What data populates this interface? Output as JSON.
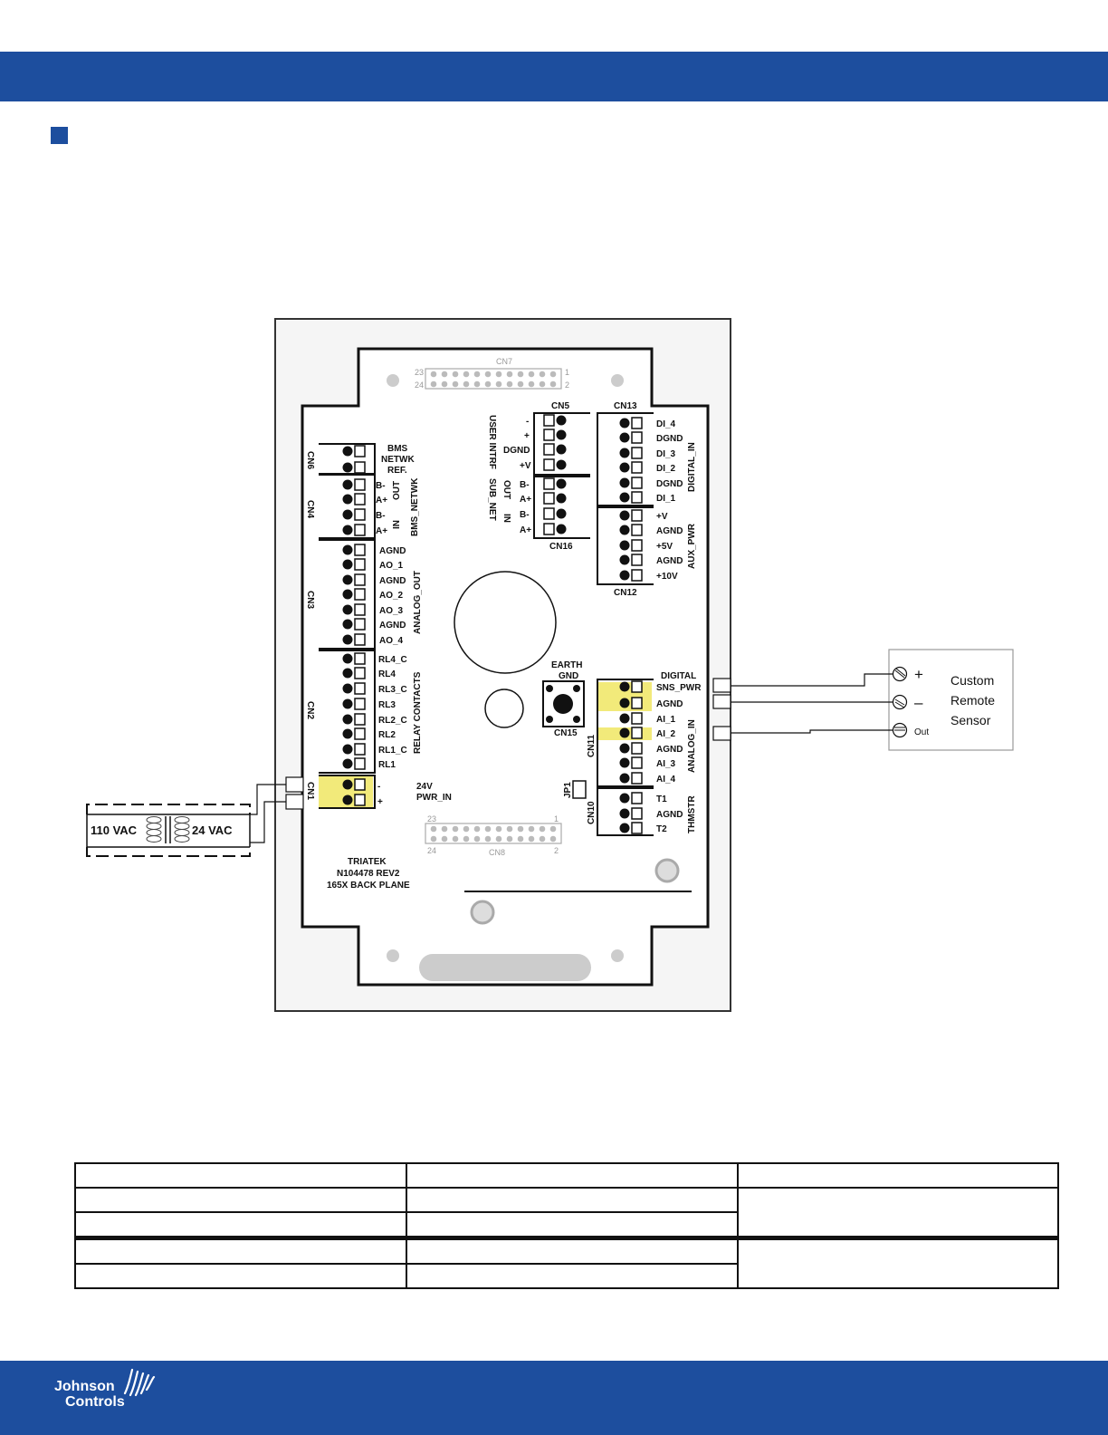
{
  "colors": {
    "brand_blue": "#1d4e9e",
    "terminal_highlight": "#f2ea7a"
  },
  "board": {
    "connectors": {
      "cn7": "CN7",
      "cn5": "CN5",
      "cn13": "CN13",
      "cn6": "CN6",
      "cn4": "CN4",
      "cn3": "CN3",
      "cn2": "CN2",
      "cn1": "CN1",
      "cn16": "CN16",
      "cn12": "CN12",
      "cn15": "CN15",
      "cn11": "CN11",
      "cn10": "CN10",
      "cn8": "CN8",
      "jp1": "JP1"
    },
    "header_pins": {
      "cn7_left_top": "23",
      "cn7_left_bottom": "24",
      "cn7_right_top": "1",
      "cn7_right_bottom": "2",
      "cn8_left_top": "23",
      "cn8_left_bottom": "24",
      "cn8_right_top": "1",
      "cn8_right_bottom": "2"
    },
    "bms_ref": [
      "BMS",
      "NETWK",
      "REF."
    ],
    "bms_netwk": {
      "title": "BMS_NETWK",
      "out": "OUT",
      "in": "IN",
      "pins": [
        "B-",
        "A+",
        "B-",
        "A+"
      ]
    },
    "analog_out": {
      "title": "ANALOG_OUT",
      "pins": [
        "AGND",
        "AO_1",
        "AGND",
        "AO_2",
        "AO_3",
        "AGND",
        "AO_4"
      ]
    },
    "relay_contacts": {
      "title": "RELAY CONTACTS",
      "pins": [
        "RL4_C",
        "RL4",
        "RL3_C",
        "RL3",
        "RL2_C",
        "RL2",
        "RL1_C",
        "RL1"
      ]
    },
    "pwr_in": {
      "pins": [
        "-",
        "+"
      ],
      "title_line1": "24V",
      "title_line2": "PWR_IN"
    },
    "user_intrf": {
      "title": "USER INTRF",
      "pins": [
        "-",
        "+",
        "DGND",
        "+V"
      ]
    },
    "sub_net": {
      "title": "SUB_NET",
      "out": "OUT",
      "in": "IN",
      "pins": [
        "B-",
        "A+",
        "B-",
        "A+"
      ]
    },
    "digital_in": {
      "title": "DIGITAL_IN",
      "pins": [
        "DI_4",
        "DGND",
        "DI_3",
        "DI_2",
        "DGND",
        "DI_1"
      ]
    },
    "aux_pwr": {
      "title": "AUX_PWR",
      "pins": [
        "+V",
        "AGND",
        "+5V",
        "AGND",
        "+10V"
      ]
    },
    "analog_in": {
      "title": "ANALOG_IN",
      "pins": [
        "SNS_PWR",
        "AGND",
        "AI_1",
        "AI_2",
        "AGND",
        "AI_3",
        "AI_4"
      ],
      "header": "DIGITAL"
    },
    "thmstr": {
      "title": "THMSTR",
      "pins": [
        "T1",
        "AGND",
        "T2"
      ]
    },
    "earth_gnd": [
      "EARTH",
      "GND"
    ],
    "board_id": [
      "TRIATEK",
      "N104478 REV2",
      "165X BACK PLANE"
    ]
  },
  "transformer": {
    "primary": "110 VAC",
    "secondary": "24 VAC"
  },
  "sensor": {
    "lines": [
      "Custom",
      "Remote",
      "Sensor"
    ],
    "plus": "+",
    "minus": "–",
    "out": "Out"
  },
  "footer": {
    "logo_line1": "Johnson",
    "logo_line2": "Controls"
  }
}
